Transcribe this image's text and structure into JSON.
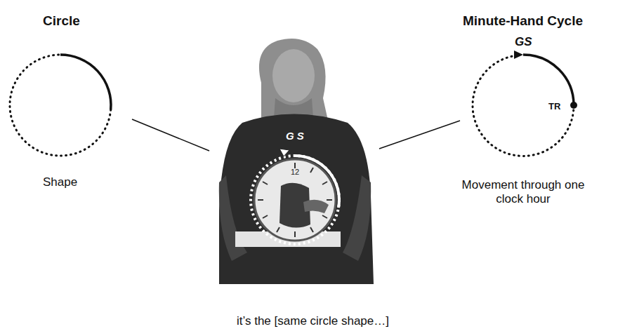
{
  "diagram": {
    "caption": "it’s the [same circle shape…]",
    "labels": [
      "Circle",
      "Shape",
      "Minute-Hand Cycle",
      "GS",
      "TR",
      "Movement through one clock hour",
      "G S",
      "12"
    ]
  }
}
